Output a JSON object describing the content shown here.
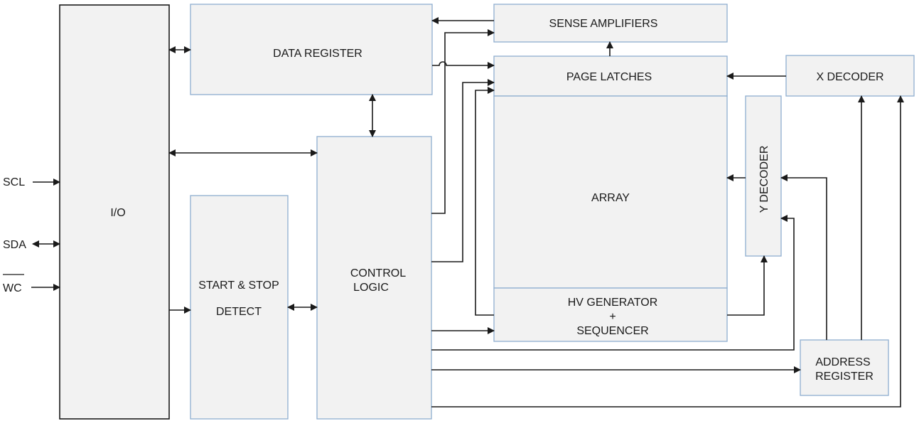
{
  "blocks": {
    "io": "I/O",
    "data_register": "DATA REGISTER",
    "sense_amplifiers": "SENSE AMPLIFIERS",
    "page_latches": "PAGE LATCHES",
    "x_decoder": "X DECODER",
    "y_decoder": "Y DECODER",
    "array": "ARRAY",
    "start_stop": {
      "line1": "START & STOP",
      "line2": "DETECT"
    },
    "control_logic": {
      "line1": "CONTROL",
      "line2": "LOGIC"
    },
    "hv_generator": {
      "line1": "HV GENERATOR",
      "line2": "+",
      "line3": "SEQUENCER"
    },
    "address_register": {
      "line1": "ADDRESS",
      "line2": "REGISTER"
    }
  },
  "pins": {
    "scl": "SCL",
    "sda": "SDA",
    "wc": "WC"
  }
}
